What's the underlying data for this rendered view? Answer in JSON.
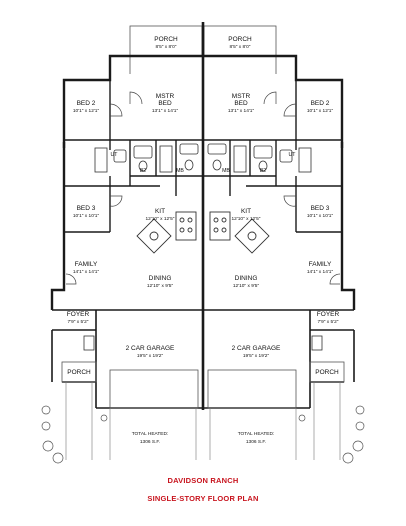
{
  "colors": {
    "title": "#c8141e",
    "wall": "#1a1a1a"
  },
  "rooms": {
    "porch_rear": {
      "label": "PORCH",
      "dim": "8'5\" x 8'0\""
    },
    "mstr_bed": {
      "label_line1": "MSTR",
      "label_line2": "BED",
      "dim": "13'1\" x 14'1\""
    },
    "bed2": {
      "label": "BED 2",
      "dim": "10'1\" x 12'1\""
    },
    "ut": {
      "label": "UT"
    },
    "b2": {
      "label": "B2"
    },
    "mb": {
      "label": "MB"
    },
    "bed3": {
      "label": "BED 3",
      "dim": "10'1\" x 10'1\""
    },
    "kit": {
      "label": "KIT",
      "dim": "12'10\" x 12'5\""
    },
    "family": {
      "label": "FAMILY",
      "dim": "14'1\" x 14'1\""
    },
    "dining": {
      "label": "DINING",
      "dim": "12'10\" x 9'5\""
    },
    "foyer": {
      "label": "FOYER",
      "dim": "7'9\" x 5'2\""
    },
    "garage": {
      "label": "2 CAR GARAGE",
      "dim": "19'5\" x 19'2\""
    },
    "porch_front": {
      "label": "PORCH"
    }
  },
  "heated": {
    "label": "TOTAL HEATED:",
    "value": "1306 S.F."
  },
  "title": {
    "line1": "DAVIDSON RANCH",
    "line2": "SINGLE-STORY FLOOR PLAN"
  }
}
